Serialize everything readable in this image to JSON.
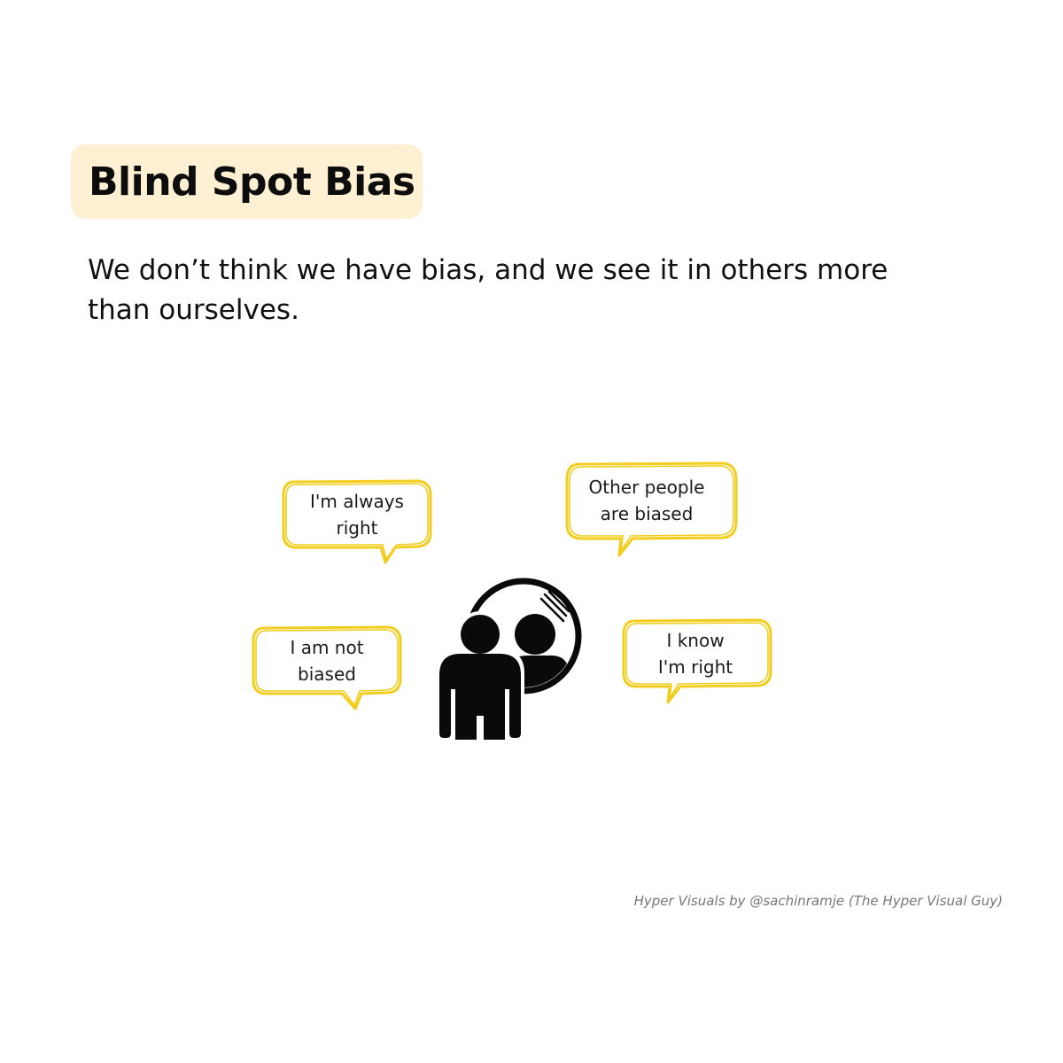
{
  "title": "Blind Spot Bias",
  "subtitle": "We don’t think we have bias, and we see it in others more than ourselves.",
  "bubbles": [
    {
      "id": "always-right",
      "line1": "I'm always",
      "line2": "right"
    },
    {
      "id": "others-biased",
      "line1": "Other people",
      "line2": "are biased"
    },
    {
      "id": "not-biased",
      "line1": "I am not",
      "line2": "biased"
    },
    {
      "id": "know-right",
      "line1": "I know",
      "line2": "I'm right"
    }
  ],
  "icons": {
    "figure": "person-looking-in-mirror-icon"
  },
  "credit": "Hyper Visuals by @sachinramje (The Hyper Visual Guy)",
  "colors": {
    "title_background": "#fdf0d3",
    "bubble_outline": "#f2cd1d",
    "ink": "#111111",
    "credit": "#777777"
  }
}
